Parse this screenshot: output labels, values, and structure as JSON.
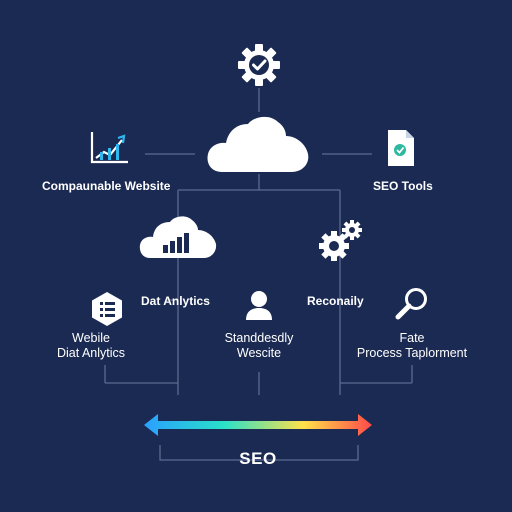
{
  "nodes": {
    "top": {
      "icon": "gear-check-icon"
    },
    "cloud_main": {
      "icon": "cloud-icon"
    },
    "left_top": {
      "icon": "chart-arrow-icon",
      "label": "Compaunable Website"
    },
    "right_top": {
      "icon": "document-icon",
      "label": "SEO Tools"
    },
    "analytics": {
      "icon": "cloud-bar-chart-icon",
      "label": "Dat Anlytics"
    },
    "gears": {
      "icon": "gears-icon",
      "label": "Reconaily"
    },
    "list": {
      "icon": "hexagon-list-icon",
      "label_line1": "Webile",
      "label_line2": "Diat Anlytics"
    },
    "user": {
      "icon": "user-icon",
      "label_line1": "Standdesdly",
      "label_line2": "Wescite"
    },
    "search": {
      "icon": "magnifier-icon",
      "label_line1": "Fate",
      "label_line2": "Process Taplorment"
    }
  },
  "seo_bar": {
    "label": "SEO",
    "gradient": [
      "#2aa0ff",
      "#29e0c8",
      "#ffe14a",
      "#ff4a4a"
    ]
  },
  "colors": {
    "background": "#1b2a52",
    "line": "#5b6a8e",
    "icon": "#ffffff"
  }
}
